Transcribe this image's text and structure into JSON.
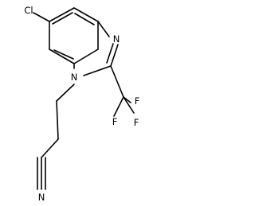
{
  "molecule": {
    "atoms": {
      "chlorine": "Cl",
      "imidazole_nitrogen_1": "N",
      "imidazole_nitrogen_3": "N",
      "fluorine_top": "F",
      "fluorine_left": "F",
      "fluorine_right": "F",
      "nitrile_nitrogen": "N"
    },
    "colors": {
      "bond": "#000000",
      "label": "#000000",
      "background": "#ffffff"
    }
  }
}
